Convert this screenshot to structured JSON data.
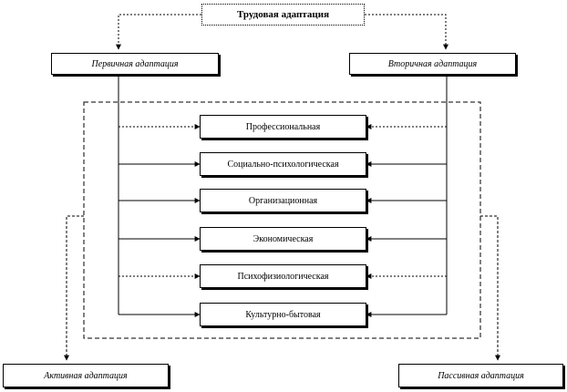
{
  "diagram": {
    "title": "Трудовая адаптация",
    "primary": "Первичная адаптация",
    "secondary": "Вторичная адаптация",
    "types": [
      "Профессиональная",
      "Социально-психологическая",
      "Организационная",
      "Экономическая",
      "Психофизиологическая",
      "Культурно-бытовая"
    ],
    "active": "Активная адаптация",
    "passive": "Пассивная адаптация"
  }
}
